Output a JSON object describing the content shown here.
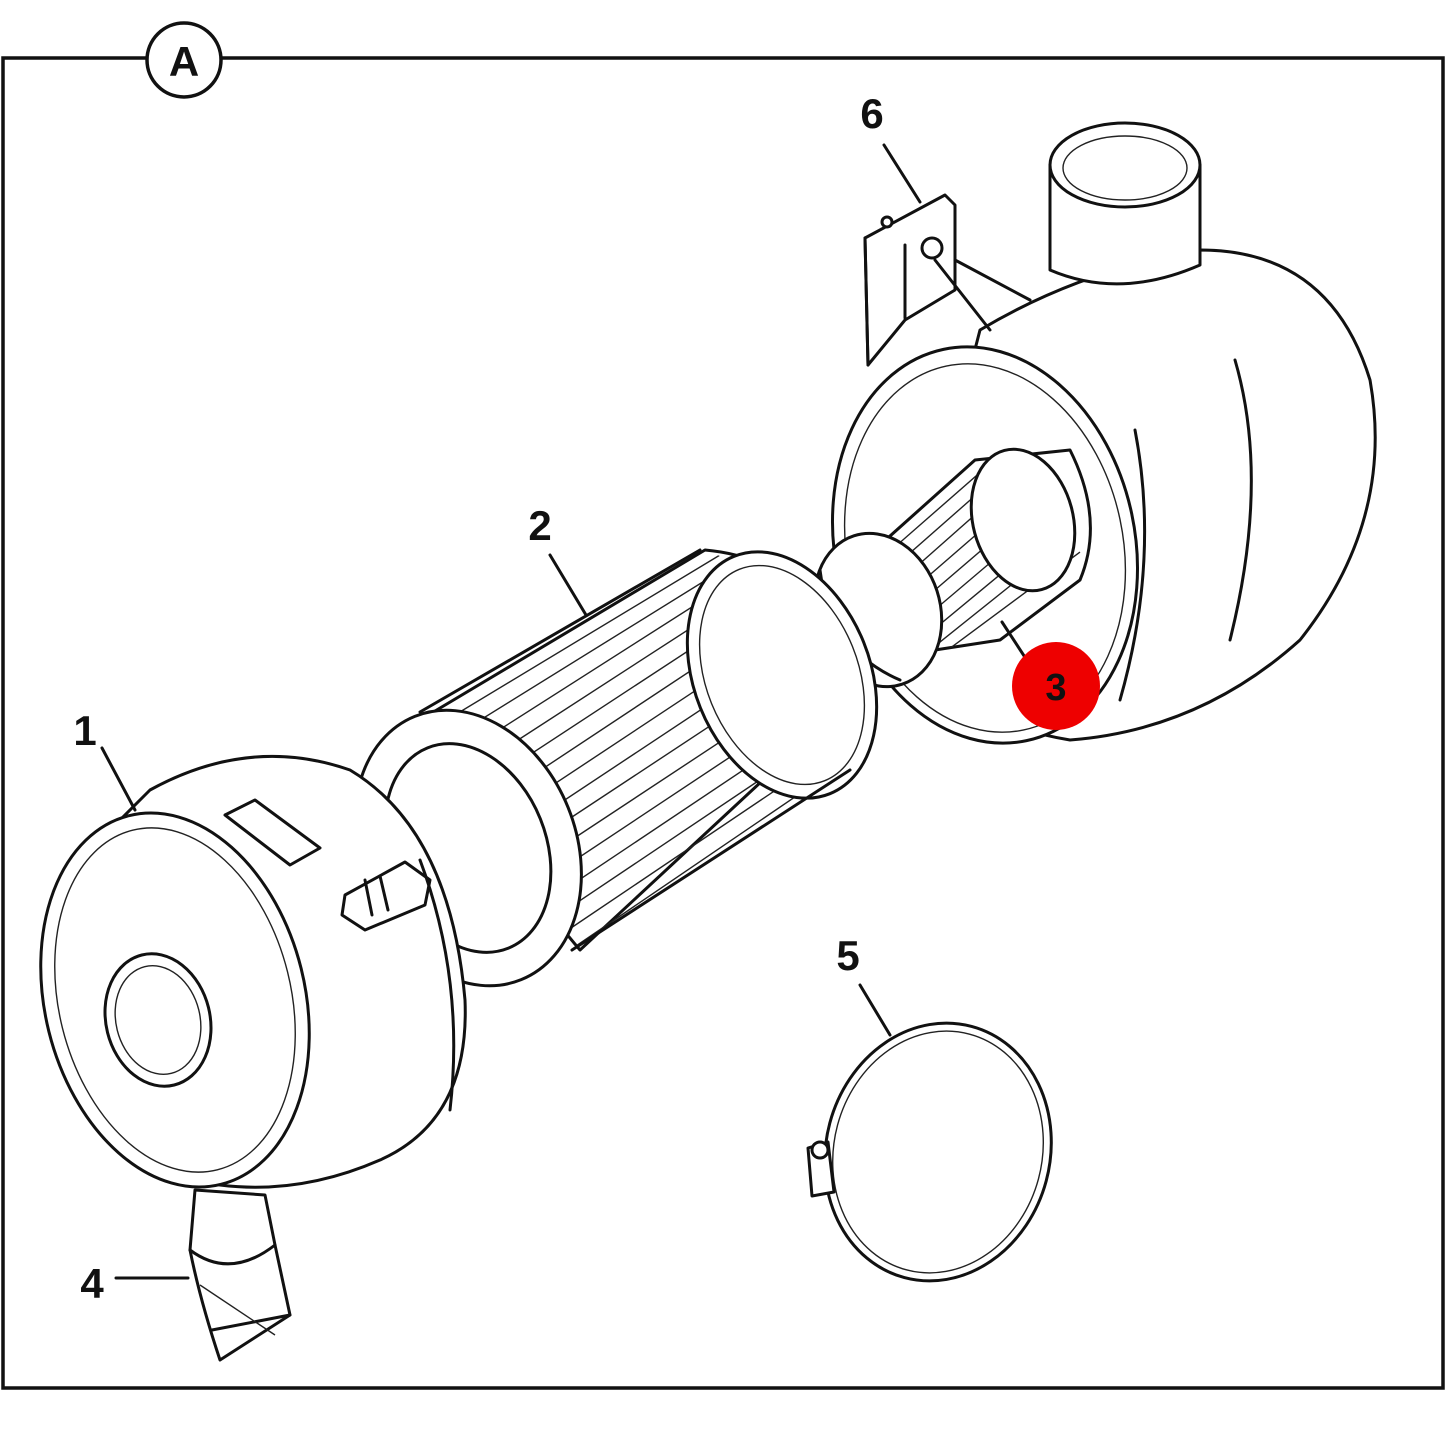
{
  "view_label": "A",
  "highlight_color": "#ee0000",
  "callouts": {
    "c1": "1",
    "c2": "2",
    "c3": "3",
    "c4": "4",
    "c5": "5",
    "c6": "6"
  },
  "highlighted_callout": "3"
}
